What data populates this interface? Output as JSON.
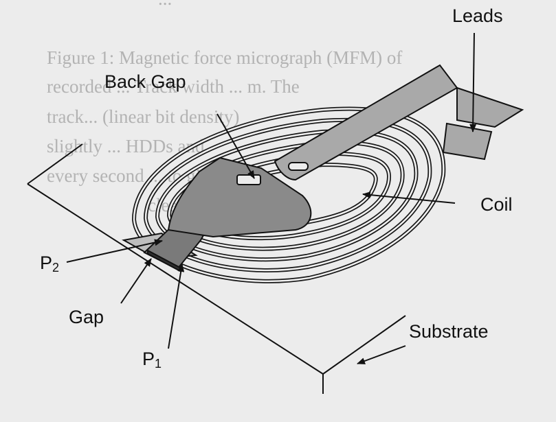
{
  "background_text": {
    "top": "...",
    "lines": [
      "Figure 1: Magnetic force micrograph (MFM) of",
      "recorded ... Track width ... m. The",
      "track... (linear bit density)",
      "slightly ... HDDs and",
      "every second ... to give a",
      "clearer image."
    ]
  },
  "labels": {
    "leads": "Leads",
    "back_gap": "Back Gap",
    "coil": "Coil",
    "p2_base": "P",
    "p2_sub": "2",
    "gap": "Gap",
    "p1_base": "P",
    "p1_sub": "1",
    "substrate": "Substrate"
  },
  "colors": {
    "background": "#ececec",
    "line": "#111111",
    "pole_fill": "#8a8a8a",
    "lead_fill": "#a9a9a9",
    "coil_stroke": "#1a1a1a",
    "coil_gap": "#f2f2f2"
  }
}
